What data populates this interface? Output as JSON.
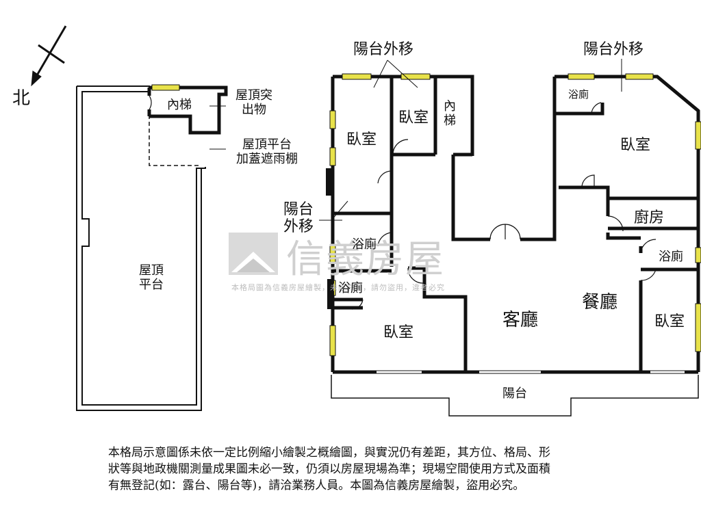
{
  "compass": {
    "north_label": "北"
  },
  "roof": {
    "inner_stair": "內梯",
    "protrusion": [
      "屋頂突",
      "出物"
    ],
    "canopy": [
      "屋頂平台",
      "加蓋遮雨棚"
    ],
    "terrace": [
      "屋頂",
      "平台"
    ]
  },
  "floor": {
    "balcony_moved_1": "陽台外移",
    "balcony_moved_2": "陽台外移",
    "balcony_moved_3": [
      "陽台",
      "外移"
    ],
    "bedroom_1": "臥室",
    "bedroom_2": "臥室",
    "inner_stair": [
      "內",
      "梯"
    ],
    "bath_1": "浴廁",
    "bedroom_3": "臥室",
    "kitchen": "廚房",
    "bath_2": "浴廁",
    "bath_3": "浴廁",
    "bath_4": "浴廁",
    "bedroom_4": "臥室",
    "living_room": "客廳",
    "dining_room": "餐廳",
    "bedroom_5": "臥室",
    "balcony": "陽台"
  },
  "watermark": {
    "brand": "信義房屋",
    "notice": "本格局圖為信義房屋繪製，未經許可，請勿盜用，違者必究"
  },
  "disclaimer": [
    "本格局示意圖係未依一定比例縮小繪製之概繪圖，與實況仍有差距，其方位、格局、形",
    "狀等與地政機關測量成果圖未必一致，仍須以房屋現場為準；現場空間使用方式及面積",
    "有無登記(如：露台、陽台等)，請洽業務人員。本圖為信義房屋繪製，盜用必究。"
  ],
  "colors": {
    "wall": "#111111",
    "window": "#e8e24a",
    "watermark": "#cfcfcf"
  }
}
